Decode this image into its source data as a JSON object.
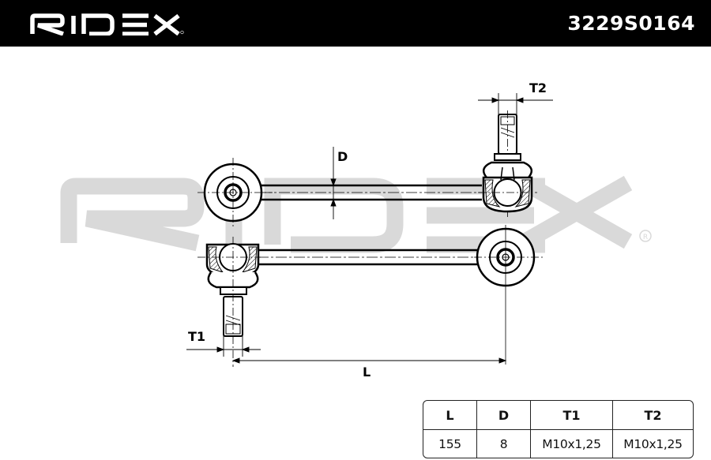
{
  "header": {
    "brand": "RIDEX",
    "brand_mark": "®",
    "part_number": "3229S0164",
    "background_color": "#000000",
    "text_color": "#ffffff"
  },
  "watermark": {
    "text": "RIDEX",
    "mark": "®",
    "color": "#d9d9d9"
  },
  "drawing": {
    "subject": "stabilizer link with ball joint and eye",
    "labels": {
      "D": "D",
      "T1": "T1",
      "T2": "T2",
      "L": "L"
    },
    "line_color": "#000000"
  },
  "spec_table": {
    "headers": [
      "L",
      "D",
      "T1",
      "T2"
    ],
    "values": [
      "155",
      "8",
      "M10x1,25",
      "M10x1,25"
    ]
  }
}
